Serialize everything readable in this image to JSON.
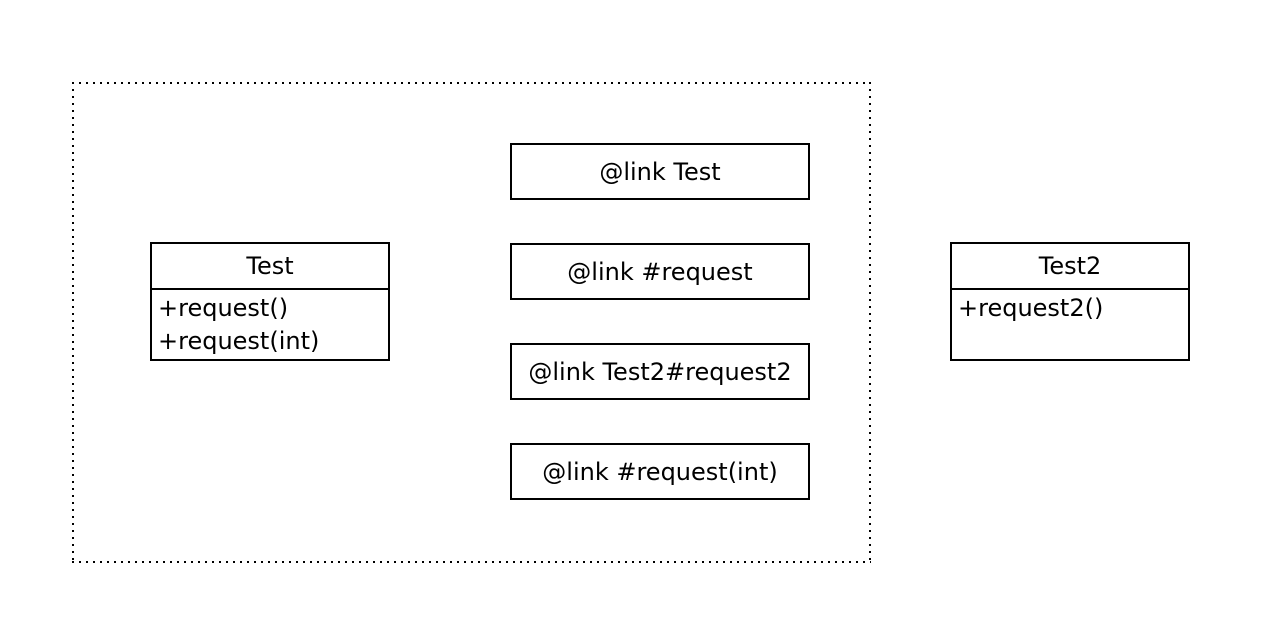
{
  "diagram": {
    "type": "uml-class-diagram",
    "colors": {
      "background": "#ffffff",
      "stroke": "#000000",
      "text": "#000000"
    },
    "boundary": {
      "style": "dotted-rectangle"
    },
    "classes": [
      {
        "title": "Test",
        "members": [
          "+request()",
          "+request(int)"
        ],
        "inside_boundary": true
      },
      {
        "title": "Test2",
        "members": [
          "+request2()"
        ],
        "inside_boundary": false
      }
    ],
    "links": [
      {
        "label": "@link Test"
      },
      {
        "label": "@link #request"
      },
      {
        "label": "@link Test2#request2"
      },
      {
        "label": "@link #request(int)"
      }
    ]
  }
}
